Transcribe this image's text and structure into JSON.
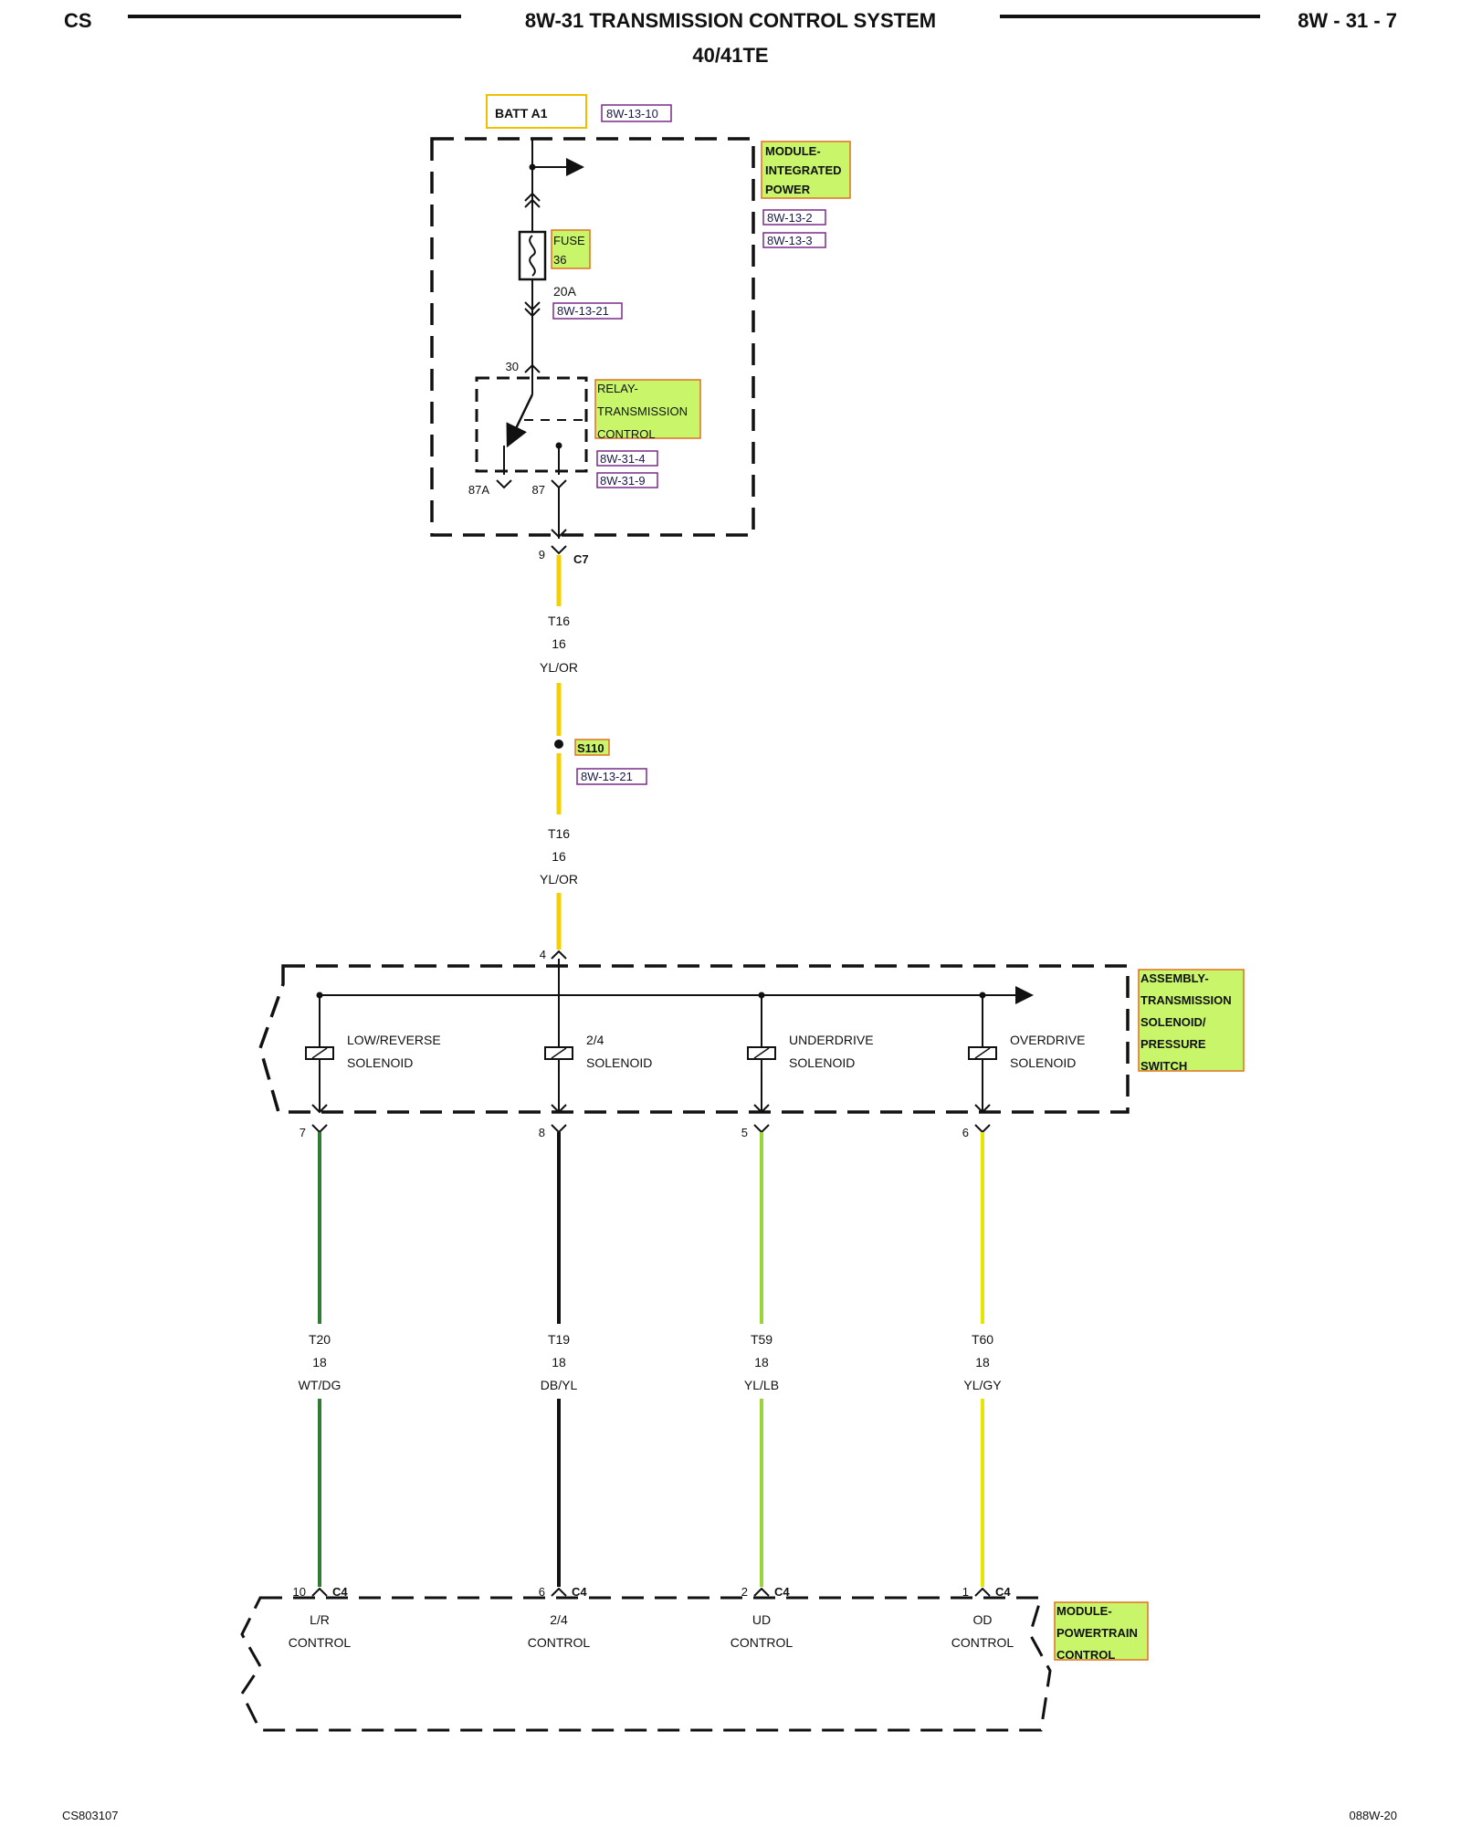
{
  "header": {
    "left": "CS",
    "title": "8W-31 TRANSMISSION CONTROL SYSTEM",
    "subtitle": "40/41TE",
    "right": "8W - 31 - 7"
  },
  "footer": {
    "left": "CS803107",
    "right": "088W-20"
  },
  "batt": {
    "label": "BATT A1",
    "ref": "8W-13-10"
  },
  "ipm": {
    "name_lines": [
      "MODULE-",
      "INTEGRATED",
      "POWER"
    ],
    "refs": [
      "8W-13-2",
      "8W-13-3"
    ]
  },
  "fuse": {
    "name_lines": [
      "FUSE",
      "36"
    ],
    "rating": "20A",
    "ref": "8W-13-21"
  },
  "relay": {
    "name_lines": [
      "RELAY-",
      "TRANSMISSION",
      "CONTROL"
    ],
    "refs": [
      "8W-31-4",
      "8W-31-9"
    ],
    "pin_30": "30",
    "pin_87a": "87A",
    "pin_87": "87"
  },
  "feed": {
    "c7_pin": "9",
    "c7_label": "C7",
    "wire_upper": [
      "T16",
      "16",
      "YL/OR"
    ],
    "splice": "S110",
    "splice_ref": "8W-13-21",
    "wire_lower": [
      "T16",
      "16",
      "YL/OR"
    ],
    "assembly_pin": "4"
  },
  "assembly": {
    "name_lines": [
      "ASSEMBLY-",
      "TRANSMISSION",
      "SOLENOID/",
      "PRESSURE",
      "SWITCH"
    ]
  },
  "solenoids": [
    {
      "lines": [
        "LOW/REVERSE",
        "SOLENOID"
      ],
      "pin": "7",
      "circuit": "T20",
      "gauge": "18",
      "color": "WT/DG",
      "c4_pin": "10",
      "c4": "C4",
      "pcm_lines": [
        "L/R",
        "CONTROL"
      ],
      "wire_color": "#2e7d32"
    },
    {
      "lines": [
        "2/4",
        "SOLENOID"
      ],
      "pin": "8",
      "circuit": "T19",
      "gauge": "18",
      "color": "DB/YL",
      "c4_pin": "6",
      "c4": "C4",
      "pcm_lines": [
        "2/4",
        "CONTROL"
      ],
      "wire_color": "#111111"
    },
    {
      "lines": [
        "UNDERDRIVE",
        "SOLENOID"
      ],
      "pin": "5",
      "circuit": "T59",
      "gauge": "18",
      "color": "YL/LB",
      "c4_pin": "2",
      "c4": "C4",
      "pcm_lines": [
        "UD",
        "CONTROL"
      ],
      "wire_color": "#9ad33a"
    },
    {
      "lines": [
        "OVERDRIVE",
        "SOLENOID"
      ],
      "pin": "6",
      "circuit": "T60",
      "gauge": "18",
      "color": "YL/GY",
      "c4_pin": "1",
      "c4": "C4",
      "pcm_lines": [
        "OD",
        "CONTROL"
      ],
      "wire_color": "#e6e600"
    }
  ],
  "pcm": {
    "name_lines": [
      "MODULE-",
      "POWERTRAIN",
      "CONTROL"
    ]
  },
  "colors": {
    "highlight": "#c8f56a",
    "highlight_border": "#e07020",
    "ref_border": "#7a2a8a",
    "feed_wire": "#f5d000",
    "batt_border": "#f0c000"
  }
}
